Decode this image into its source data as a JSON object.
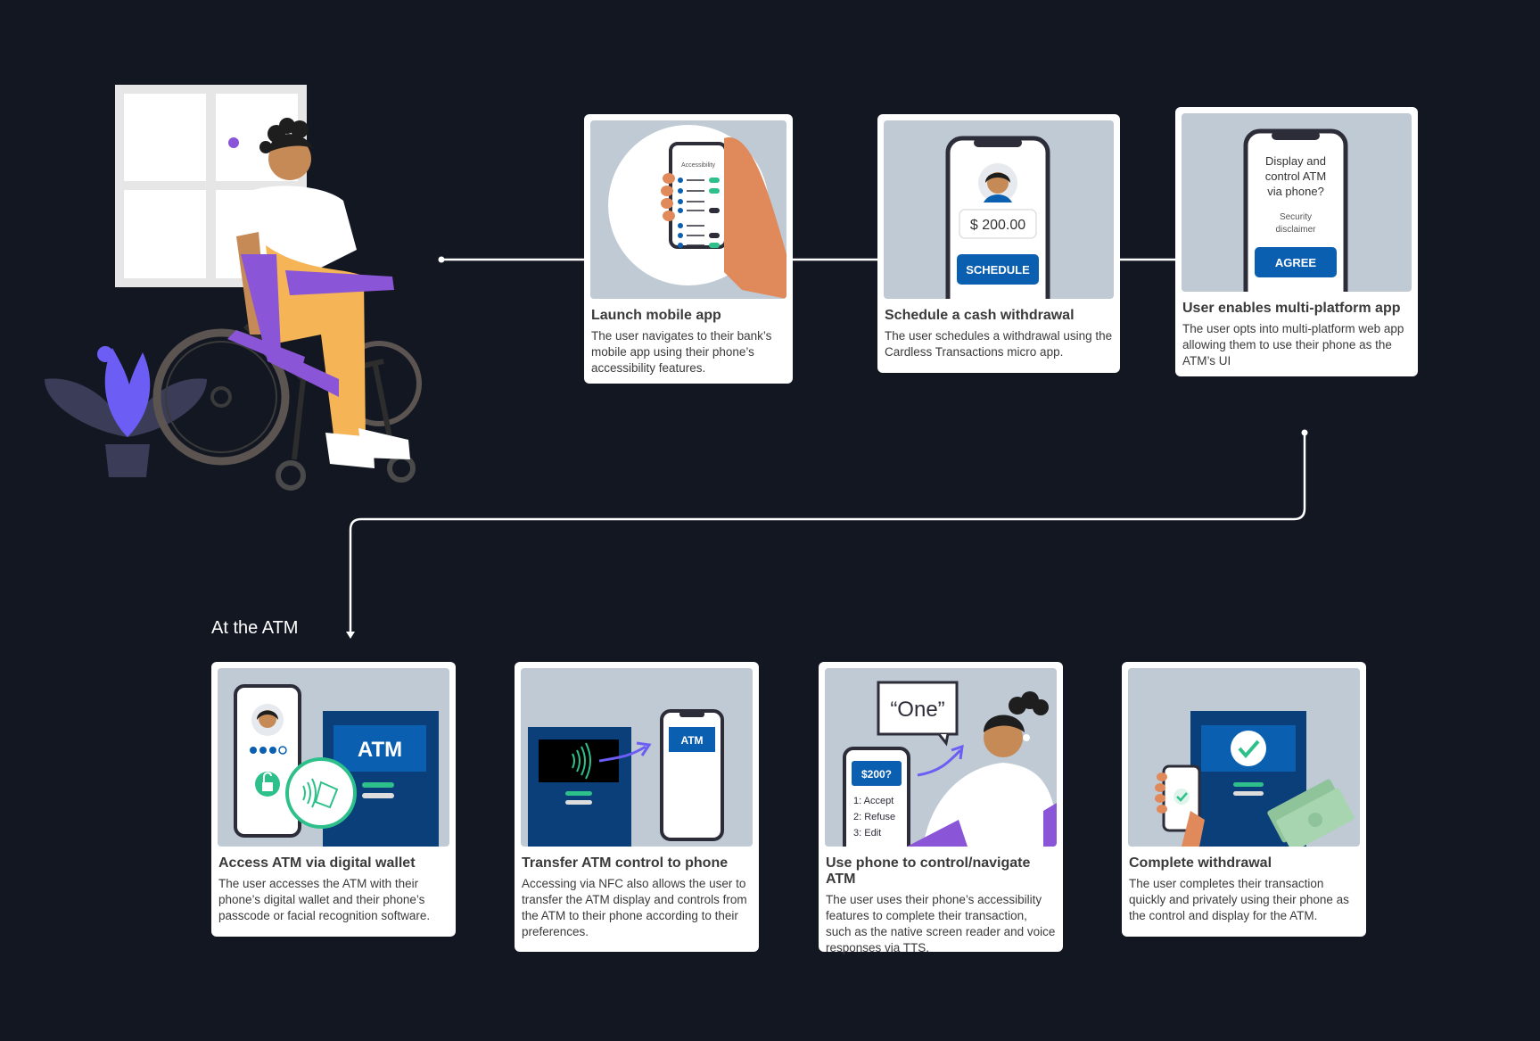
{
  "section": {
    "atm_heading": "At the ATM"
  },
  "steps": [
    {
      "title": "Launch mobile app",
      "desc": "The user navigates to their bank’s mobile app using their phone’s accessibility features.",
      "screen_label": "Accessibility"
    },
    {
      "title": "Schedule a cash withdrawal",
      "desc": "The user schedules a withdrawal using the Cardless Transactions micro app.",
      "amount": "$ 200.00",
      "button": "SCHEDULE"
    },
    {
      "title": "User enables multi-platform app",
      "desc": "The user opts into multi-platform web app allowing them to use their phone as the ATM’s UI",
      "prompt": "Display and control ATM via phone?",
      "disclaimer": "Security disclaimer",
      "button": "AGREE"
    },
    {
      "title": "Access ATM via digital wallet",
      "desc": "The user accesses the ATM with their phone’s digital wallet and their phone’s passcode or facial recognition software.",
      "atm_label": "ATM"
    },
    {
      "title": "Transfer ATM control to phone",
      "desc": "Accessing via NFC also allows the user to transfer the ATM display and controls from the ATM to their phone according to their preferences.",
      "atm_label": "ATM"
    },
    {
      "title": "Use phone to control/navigate ATM",
      "desc": "The user uses their phone’s accessibility features to complete their transaction, such as the native screen reader and voice responses via TTS.",
      "speech": "“One”",
      "amount_q": "$200?",
      "options": [
        "1: Accept",
        "2: Refuse",
        "3: Edit"
      ]
    },
    {
      "title": "Complete withdrawal",
      "desc": "The user completes their transaction quickly and privately using their phone as the control and display for the ATM."
    }
  ],
  "colors": {
    "background": "#121722",
    "brand_blue": "#0a5fb0",
    "card_bg": "#ffffff",
    "illo_bg": "#bfcad4",
    "accent_green": "#2ec08b",
    "accent_purple": "#8a55d6"
  },
  "icons": [
    "window",
    "person-in-wheelchair",
    "plant",
    "phone",
    "hand",
    "atm",
    "nfc-icon",
    "unlock-icon",
    "check-icon",
    "cash",
    "arrow-icon"
  ]
}
